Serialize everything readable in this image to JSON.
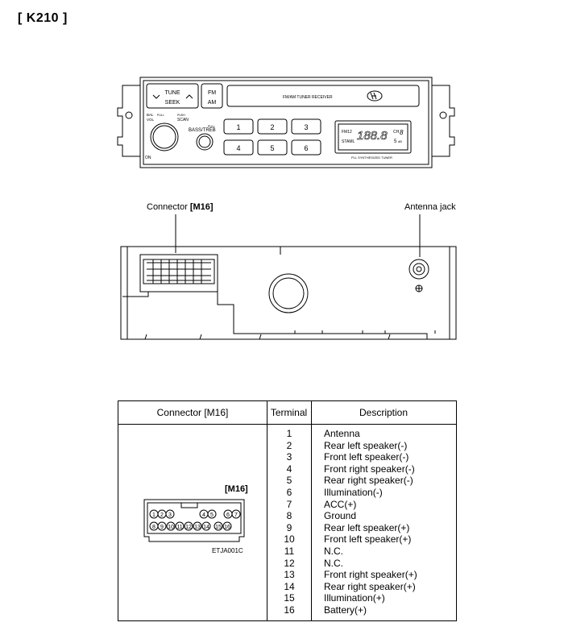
{
  "page": {
    "title": "[ K210 ]"
  },
  "radio": {
    "tune": "TUNE",
    "seek": "SEEK",
    "fm": "FM",
    "am": "AM",
    "display_text": "FM/AM TUNER RECEIVER",
    "bal": "BAL",
    "pull1": "PULL",
    "vol": "VOL",
    "push": "PUSH",
    "scan": "SCAN",
    "pull2": "PULL",
    "bass_treb": "BASS/TREB",
    "on": "ON",
    "presets": [
      "1",
      "2",
      "3",
      "4",
      "5",
      "6"
    ],
    "lcd_fm": "FM12",
    "lcd_staml": "STAML",
    "lcd_digits": "188.8",
    "lcd_ch": "CH",
    "lcd_ch_digit": "8",
    "lcd_s": "5",
    "lcd_d": "dB",
    "pll": "PLL SYNTHESIZED TUNER"
  },
  "rear": {
    "connector_prefix": "Connector ",
    "connector_id": "[M16]",
    "antenna": "Antenna jack"
  },
  "table": {
    "headers": [
      "Connector [M16]",
      "Terminal",
      "Description"
    ],
    "connector_label": "[M16]",
    "pins_top": [
      "1",
      "2",
      "3",
      "4",
      "5",
      "6",
      "7"
    ],
    "pins_bottom": [
      "8",
      "9",
      "10",
      "11",
      "12",
      "13",
      "14",
      "15",
      "16"
    ],
    "code": "ETJA001C",
    "rows": [
      {
        "terminal": "1",
        "description": "Antenna"
      },
      {
        "terminal": "2",
        "description": "Rear left speaker(-)"
      },
      {
        "terminal": "3",
        "description": "Front left speaker(-)"
      },
      {
        "terminal": "4",
        "description": "Front right speaker(-)"
      },
      {
        "terminal": "5",
        "description": "Rear right speaker(-)"
      },
      {
        "terminal": "6",
        "description": "Illumination(-)"
      },
      {
        "terminal": "7",
        "description": "ACC(+)"
      },
      {
        "terminal": "8",
        "description": "Ground"
      },
      {
        "terminal": "9",
        "description": "Rear left speaker(+)"
      },
      {
        "terminal": "10",
        "description": "Front left speaker(+)"
      },
      {
        "terminal": "11",
        "description": "N.C."
      },
      {
        "terminal": "12",
        "description": "N.C."
      },
      {
        "terminal": "13",
        "description": "Front right speaker(+)"
      },
      {
        "terminal": "14",
        "description": "Rear right speaker(+)"
      },
      {
        "terminal": "15",
        "description": "Illumination(+)"
      },
      {
        "terminal": "16",
        "description": "Battery(+)"
      }
    ]
  }
}
